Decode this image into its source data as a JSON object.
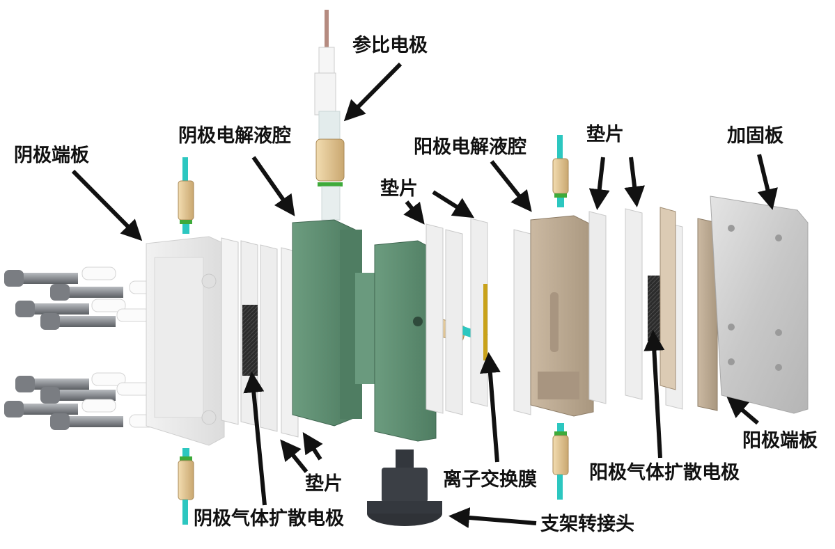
{
  "labels": {
    "reference_electrode": "参比电极",
    "cathode_end_plate": "阴极端板",
    "cathode_electrolyte_chamber": "阴极电解液腔",
    "anode_electrolyte_chamber": "阳极电解液腔",
    "gasket_center": "垫片",
    "gasket_right": "垫片",
    "reinforcement_plate": "加固板",
    "anode_end_plate": "阳极端板",
    "anode_gas_diffusion_electrode": "阳极气体扩散电极",
    "ion_exchange_membrane": "离子交换膜",
    "gasket_bottom": "垫片",
    "cathode_gas_diffusion_electrode": "阴极气体扩散电极",
    "holder_adapter": "支架转接头"
  },
  "colors": {
    "chamber_green": "#5f8f72",
    "anode_chamber_tan": "#b8a690",
    "fitting_gold": "#e2c38e",
    "tube_cyan": "#2cc7c0",
    "electrode_black": "#2a2a2a",
    "membrane_yellow": "#c9a21a",
    "bolt_gray": "#8a8d92"
  }
}
